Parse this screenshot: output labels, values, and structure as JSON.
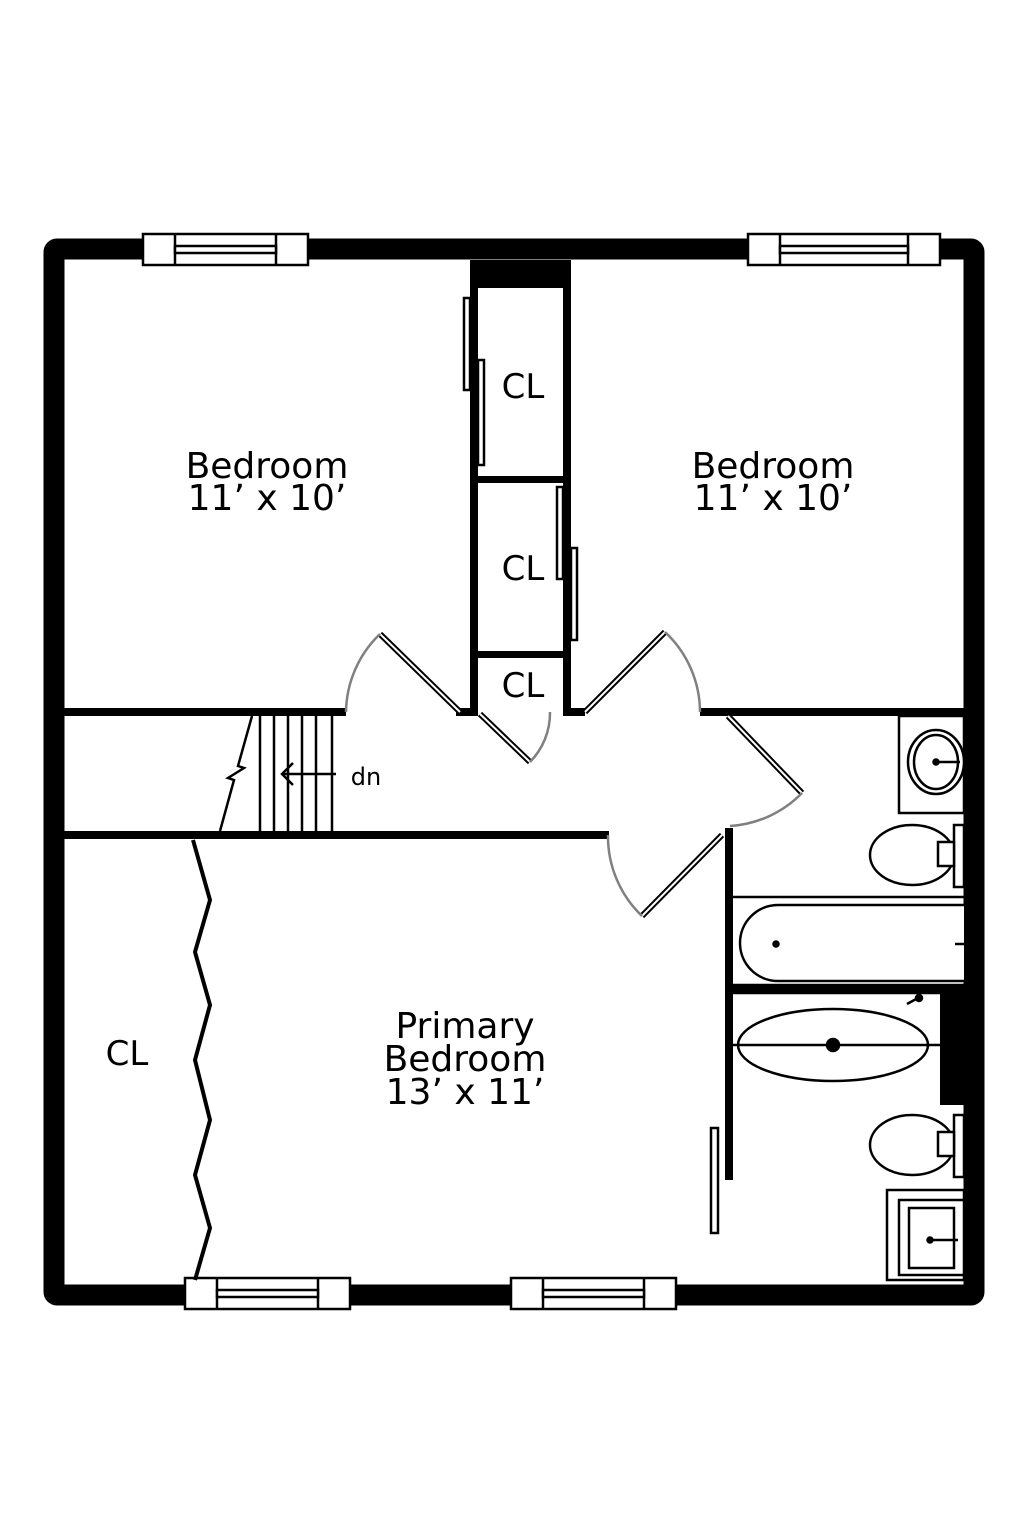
{
  "rooms": {
    "bedroom_left": {
      "name": "Bedroom",
      "size": "11’ x 10’"
    },
    "bedroom_right": {
      "name": "Bedroom",
      "size": "11’ x 10’"
    },
    "primary": {
      "name_line1": "Primary",
      "name_line2": "Bedroom",
      "size": "13’ x 11’"
    },
    "closet_upper": "CL",
    "closet_middle": "CL",
    "closet_lower": "CL",
    "closet_primary": "CL"
  },
  "stairs": {
    "direction_label": "dn"
  },
  "colors": {
    "wall": "#000000",
    "door_arc": "#808080",
    "background": "#ffffff"
  }
}
